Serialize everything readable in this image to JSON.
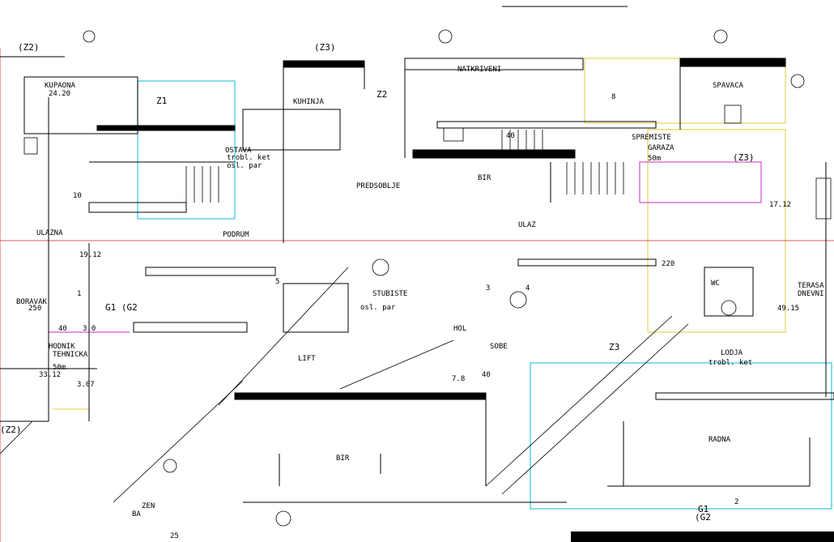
{
  "drawing": {
    "colors": {
      "linework": "#000000",
      "axis": "#cc2222",
      "cyan": "#35c6d8",
      "yellow": "#e6d35a",
      "magenta": "#d24fd2",
      "blue": "#3a8fd9",
      "black_bar": "#000000"
    }
  },
  "labels": {
    "z2_top_left": "(Z2)",
    "z1_left": "Z1",
    "z3_top_mid": "(Z3)",
    "z2_mid": "Z2",
    "z3_right": "(Z3)",
    "z2_bottom_left": "(Z2)",
    "z3_lower_right": "Z3",
    "g1_g2_left": "G1 (G2",
    "g1_g2_bottom": "G1",
    "g2_bottom": "(G2",
    "hodnik": "HODNIK",
    "boravak": "BORAVAK",
    "kupaona_left": "KUPAONA",
    "kuhinja": "KUHINJA",
    "spavaca": "SPAVACA",
    "garaza": "GARAZA",
    "ulaz": "ULAZ",
    "natkriveni": "NATKRIVENI",
    "sobe": "SOBE",
    "bir": "BIR",
    "lift": "LIFT",
    "ostava": "OSTAVA",
    "predsoblje": "PREDSOBLJE",
    "stubiste": "STUBISTE",
    "terasa": "TERASA",
    "dnevni": "DNEVNI",
    "radna": "RADNA",
    "lodja": "LODJA",
    "wc": "WC",
    "podrum": "PODRUM",
    "tehnicka": "TEHNICKA",
    "zen": "ZEN",
    "ba": "BA",
    "num_25": "25",
    "area_5000": "50m",
    "area_2420": "24.20",
    "area_3312": "33.12",
    "area_1712": "17.12",
    "area_4915": "49.15",
    "area_1912": "19.12",
    "area_220": "220",
    "area_250": "250",
    "area_307": "3.07",
    "dim_40": "40",
    "dim_78": "7.8",
    "dim_30": "3.0",
    "dim_10": "10",
    "dim_3": "3",
    "dim_2": "2",
    "dim_5": "5",
    "dim_4": "4",
    "dim_1": "1",
    "dim_8": "8",
    "osl_parket_1": "trobl. ket",
    "osl_parket_2": "osl. par",
    "hol": "HOL",
    "spremiste": "SPREMISTE",
    "ulazna": "ULAZNA"
  }
}
